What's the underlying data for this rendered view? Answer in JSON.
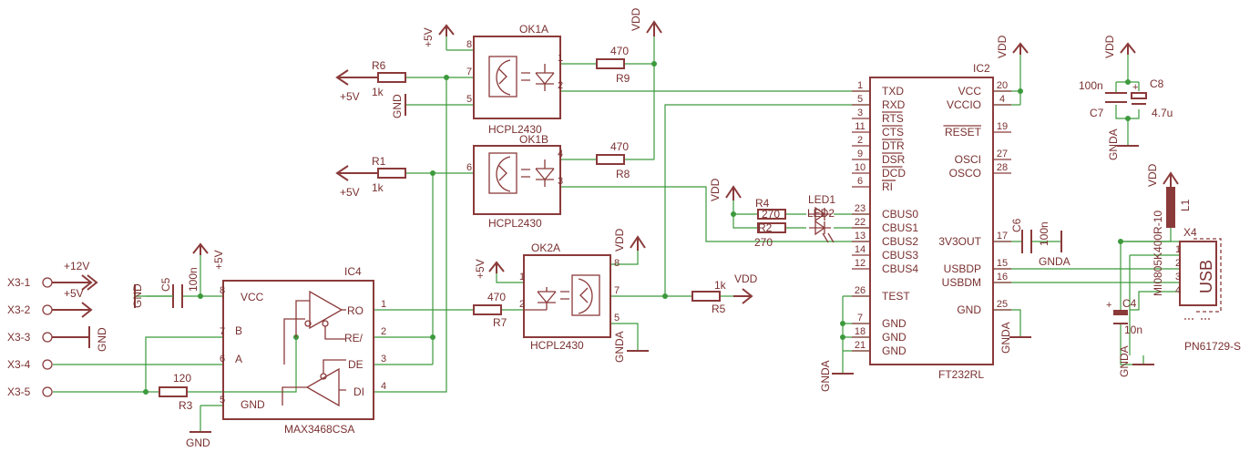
{
  "ic4": {
    "name": "IC4",
    "part": "MAX3468CSA",
    "pins": {
      "vcc": "VCC",
      "b": "B",
      "a": "A",
      "gnd": "GND",
      "ro": "RO",
      "re": "RE/",
      "de": "DE",
      "di": "DI"
    },
    "pin_numbers": [
      "8",
      "7",
      "6",
      "5",
      "1",
      "2",
      "3",
      "4"
    ]
  },
  "ic2": {
    "name": "IC2",
    "part": "FT232RL",
    "left_pins": [
      {
        "num": "1",
        "name": "TXD"
      },
      {
        "num": "5",
        "name": "RXD"
      },
      {
        "num": "3",
        "name": "RTS"
      },
      {
        "num": "11",
        "name": "CTS"
      },
      {
        "num": "2",
        "name": "DTR"
      },
      {
        "num": "9",
        "name": "DSR"
      },
      {
        "num": "10",
        "name": "DCD"
      },
      {
        "num": "6",
        "name": "RI"
      },
      {
        "num": "23",
        "name": "CBUS0"
      },
      {
        "num": "22",
        "name": "CBUS1"
      },
      {
        "num": "13",
        "name": "CBUS2"
      },
      {
        "num": "14",
        "name": "CBUS3"
      },
      {
        "num": "12",
        "name": "CBUS4"
      },
      {
        "num": "26",
        "name": "TEST"
      },
      {
        "num": "7",
        "name": "GND"
      },
      {
        "num": "18",
        "name": "GND"
      },
      {
        "num": "21",
        "name": "GND"
      }
    ],
    "right_pins": [
      {
        "num": "20",
        "name": "VCC"
      },
      {
        "num": "4",
        "name": "VCCIO"
      },
      {
        "num": "19",
        "name": "RESET"
      },
      {
        "num": "27",
        "name": "OSCI"
      },
      {
        "num": "28",
        "name": "OSCO"
      },
      {
        "num": "17",
        "name": "3V3OUT"
      },
      {
        "num": "15",
        "name": "USBDP"
      },
      {
        "num": "16",
        "name": "USBDM"
      },
      {
        "num": "25",
        "name": "GND"
      }
    ]
  },
  "ok1a": {
    "name": "OK1A",
    "part": "HCPL2430",
    "pins": [
      "8",
      "7",
      "5",
      "1",
      "2"
    ]
  },
  "ok1b": {
    "name": "OK1B",
    "part": "HCPL2430",
    "pins": [
      "6",
      "4",
      "3"
    ]
  },
  "ok2a": {
    "name": "OK2A",
    "part": "HCPL2430",
    "pins": [
      "1",
      "2",
      "8",
      "7",
      "5"
    ]
  },
  "resistors": {
    "r6": {
      "name": "R6",
      "value": "1k"
    },
    "r1": {
      "name": "R1",
      "value": "1k"
    },
    "r9": {
      "name": "R9",
      "value": "470"
    },
    "r8": {
      "name": "R8",
      "value": "470"
    },
    "r7": {
      "name": "R7",
      "value": "470"
    },
    "r5": {
      "name": "R5",
      "value": "1k"
    },
    "r3": {
      "name": "R3",
      "value": "120"
    },
    "r4": {
      "name": "R4",
      "value": "270"
    },
    "r2": {
      "name": "R2",
      "value": "270"
    }
  },
  "caps": {
    "c5": {
      "name": "C5",
      "value": "100n"
    },
    "c6": {
      "name": "C6",
      "value": "100n"
    },
    "c7": {
      "name": "C7",
      "value": "100n"
    },
    "c8": {
      "name": "C8",
      "value": "4.7u"
    },
    "c4": {
      "name": "C4",
      "value": "10n"
    }
  },
  "led1": {
    "name": "LED1",
    "overlap": "LED2"
  },
  "l1": {
    "name": "L1",
    "part": "MI0805K400R-10"
  },
  "x4": {
    "name": "X4",
    "part": "PN61729-S",
    "label": "USB",
    "pins": [
      "1",
      "2",
      "3",
      "4"
    ]
  },
  "connector": {
    "pins": [
      "X3-1",
      "X3-2",
      "X3-3",
      "X3-4",
      "X3-5"
    ]
  },
  "supplies": {
    "p5v": "+5V",
    "p12v": "+12V",
    "vdd": "VDD",
    "gnd": "GND",
    "gnda": "GNDA"
  }
}
